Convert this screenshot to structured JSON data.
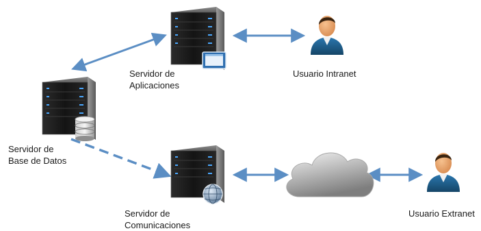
{
  "nodes": {
    "app_server": {
      "label_line1": "Servidor de",
      "label_line2": "Aplicaciones",
      "icon": "server-with-window-icon"
    },
    "db_server": {
      "label_line1": "Servidor de",
      "label_line2": "Base de Datos",
      "icon": "server-with-database-icon"
    },
    "comm_server": {
      "label_line1": "Servidor de",
      "label_line2": "Comunicaciones",
      "icon": "server-with-globe-icon"
    },
    "intranet_user": {
      "label": "Usuario Intranet",
      "icon": "user-icon"
    },
    "extranet_user": {
      "label": "Usuario Extranet",
      "icon": "user-icon"
    },
    "cloud": {
      "icon": "cloud-icon"
    }
  },
  "connections": [
    {
      "from": "db_server",
      "to": "app_server",
      "style": "solid"
    },
    {
      "from": "app_server",
      "to": "intranet_user",
      "style": "solid"
    },
    {
      "from": "db_server",
      "to": "comm_server",
      "style": "dashed"
    },
    {
      "from": "comm_server",
      "to": "cloud",
      "style": "solid"
    },
    {
      "from": "cloud",
      "to": "extranet_user",
      "style": "solid"
    }
  ],
  "colors": {
    "arrow": "#5b8ec4",
    "server_body": "#1c1c1c",
    "server_led": "#4aa8ff",
    "user_shirt": "#1f5e8c",
    "user_skin": "#e9a36b",
    "user_hair": "#3a2410"
  }
}
